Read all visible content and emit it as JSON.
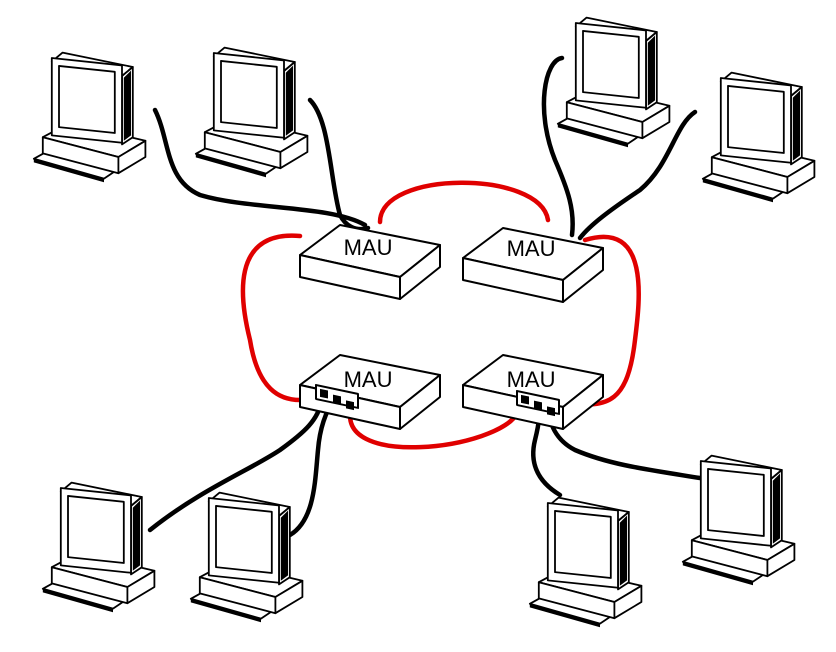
{
  "diagram": {
    "hub_label": "MAU",
    "hubs": [
      {
        "id": "hub-top-left",
        "label": "MAU"
      },
      {
        "id": "hub-top-right",
        "label": "MAU"
      },
      {
        "id": "hub-bottom-left",
        "label": "MAU"
      },
      {
        "id": "hub-bottom-right",
        "label": "MAU"
      }
    ],
    "computers_count": 8,
    "colors": {
      "ring_cable": "#e00000",
      "lobe_cable": "#000000",
      "device_outline": "#000000"
    },
    "icons": [
      "computer-icon",
      "mau-hub-icon"
    ]
  }
}
